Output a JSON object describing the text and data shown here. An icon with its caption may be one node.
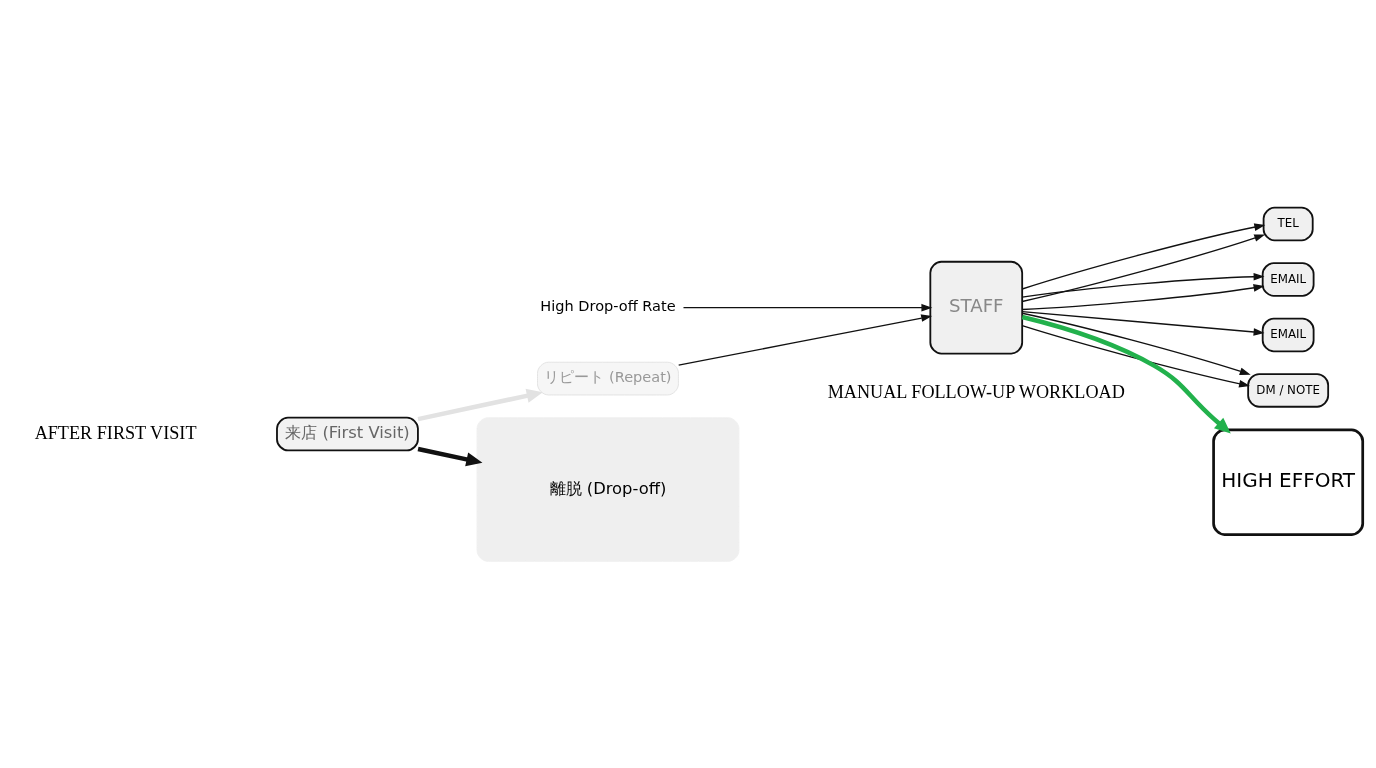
{
  "diagram": {
    "nodes": [
      {
        "text": [
          "来店 (First Visit)"
        ]
      },
      {
        "text": [
          "リピート (Repeat)"
        ]
      },
      {
        "text": [
          "離脱 (Drop-off)"
        ]
      },
      {
        "text": [
          "High Drop-off Rate"
        ]
      },
      {
        "text": [
          "STAFF"
        ]
      },
      {
        "text": [
          "TEL"
        ]
      },
      {
        "text": [
          "EMAIL"
        ]
      },
      {
        "text": [
          "EMAIL"
        ]
      },
      {
        "text": [
          "DM / NOTE"
        ]
      },
      {
        "text": [
          "HIGH EFFORT"
        ]
      }
    ],
    "edges": [
      {
        "from": 0,
        "to": 1,
        "arrow": "to",
        "style": "thick",
        "color": "#e2e2e2"
      },
      {
        "from": 0,
        "to": 2,
        "arrow": "to",
        "style": "thick"
      },
      {
        "from": 1,
        "to": 4,
        "arrow": "to"
      },
      {
        "from": 3,
        "to": 4,
        "arrow": "to"
      },
      {
        "from": 4,
        "to": 5,
        "arrow": "to"
      },
      {
        "from": 4,
        "to": 6,
        "arrow": "to"
      },
      {
        "from": 4,
        "to": 5,
        "arrow": "to"
      },
      {
        "from": 4,
        "to": 6,
        "arrow": "to"
      },
      {
        "from": 4,
        "to": 9,
        "arrow": "to",
        "style": "thick",
        "color": "#22b14c"
      },
      {
        "from": 4,
        "to": 8,
        "arrow": "to"
      },
      {
        "from": 4,
        "to": 7,
        "arrow": "to"
      },
      {
        "from": 4,
        "to": 8,
        "arrow": "to"
      }
    ],
    "labels": [
      "AFTER FIRST VISIT",
      "MANUAL FOLLOW-UP WORKLOAD"
    ]
  }
}
